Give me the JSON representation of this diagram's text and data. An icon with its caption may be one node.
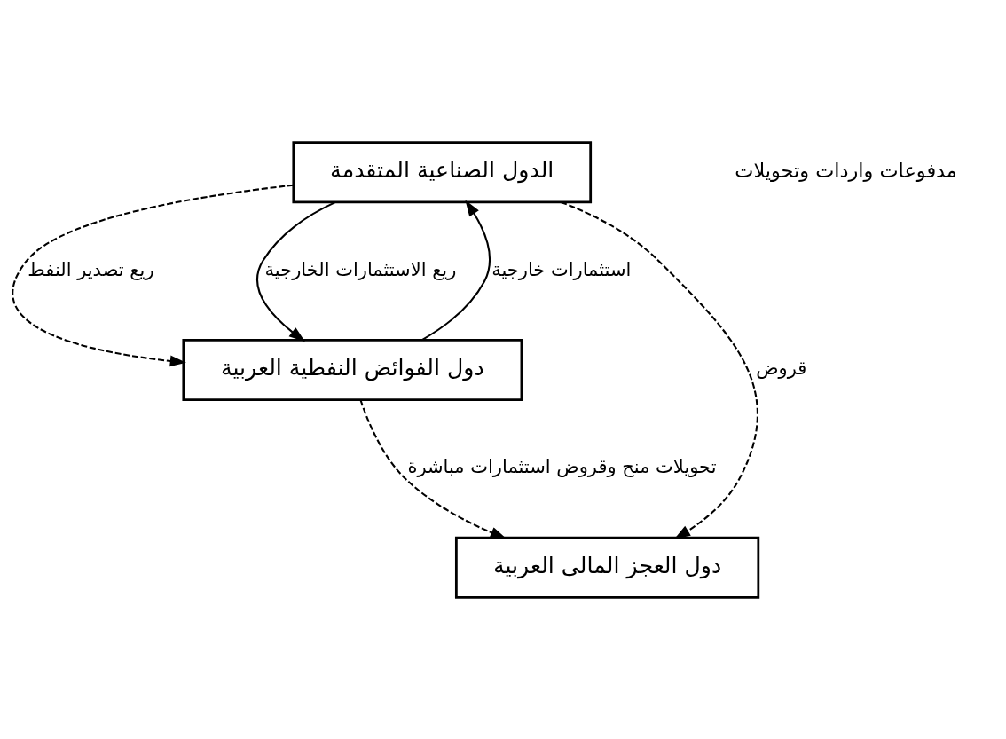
{
  "diagram": {
    "nodes": [
      {
        "text": [
          "الدول الصناعية المتقدمة"
        ]
      },
      {
        "text": [
          "دول الفوائض النفطية العربية"
        ]
      },
      {
        "text": [
          "دول العجز المالى العربية"
        ]
      }
    ],
    "edges": [
      {
        "from": 0,
        "to": 2,
        "arrow": "to",
        "label": "قروض",
        "style": "dashed"
      },
      {
        "from": 0,
        "to": 1,
        "arrow": "to",
        "label": "ريع تصدير النفط",
        "style": "dashed"
      },
      {
        "from": 1,
        "to": 0,
        "arrow": "to",
        "label": "استثمارات خارجية"
      },
      {
        "from": 0,
        "to": 1,
        "arrow": "to",
        "label": "ريع الاستثمارات الخارجية"
      },
      {
        "from": 1,
        "to": 2,
        "arrow": "to",
        "label": "تحويلات منح وقروض استثمارات مباشرة",
        "style": "dashed"
      }
    ],
    "labels": [
      "مدفوعات واردات وتحويلات"
    ]
  }
}
